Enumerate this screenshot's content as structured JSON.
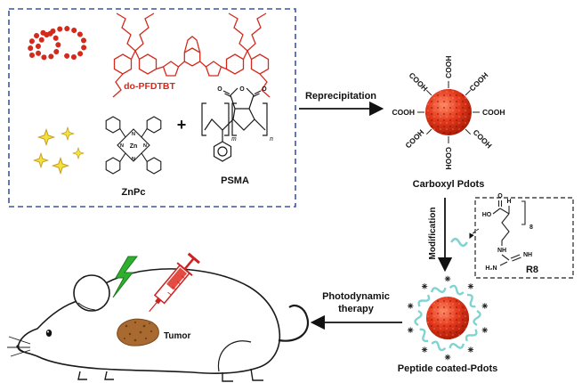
{
  "reagents_box": {
    "polymer_label": "do-PFDTBT",
    "znpc_label": "ZnPc",
    "plus_sign": "+",
    "psma_label": "PSMA",
    "zn_atom": "Zn",
    "n_atom": "N",
    "o_atom": "O",
    "subscript_m": "m",
    "subscript_n": "n"
  },
  "step1": {
    "label": "Reprecipitation"
  },
  "carboxyl_pdots": {
    "caption": "Carboxyl Pdots",
    "group_label": "COOH"
  },
  "step2": {
    "label": "Modification"
  },
  "r8_box": {
    "caption": "R8",
    "ho_atom": "HO",
    "o_atom": "O",
    "h_atom": "H",
    "repeat_count": "8",
    "nh_atom": "NH",
    "h2n_atom": "H₂N"
  },
  "peptide_pdots": {
    "caption": "Peptide coated-Pdots"
  },
  "step3": {
    "label_line1": "Photodynamic",
    "label_line2": "therapy"
  },
  "mouse": {
    "tumor_label": "Tumor"
  },
  "colors": {
    "polymer_red": "#d42a1d",
    "pdot_red": "#d92c14",
    "peptide_cyan": "#7ed4d0",
    "box_blue": "#3c55a5",
    "star_yellow": "#f2e23c",
    "bolt_green": "#2fae2f",
    "tumor_brown": "#a86a30",
    "ink_black": "#1a1a1a"
  }
}
